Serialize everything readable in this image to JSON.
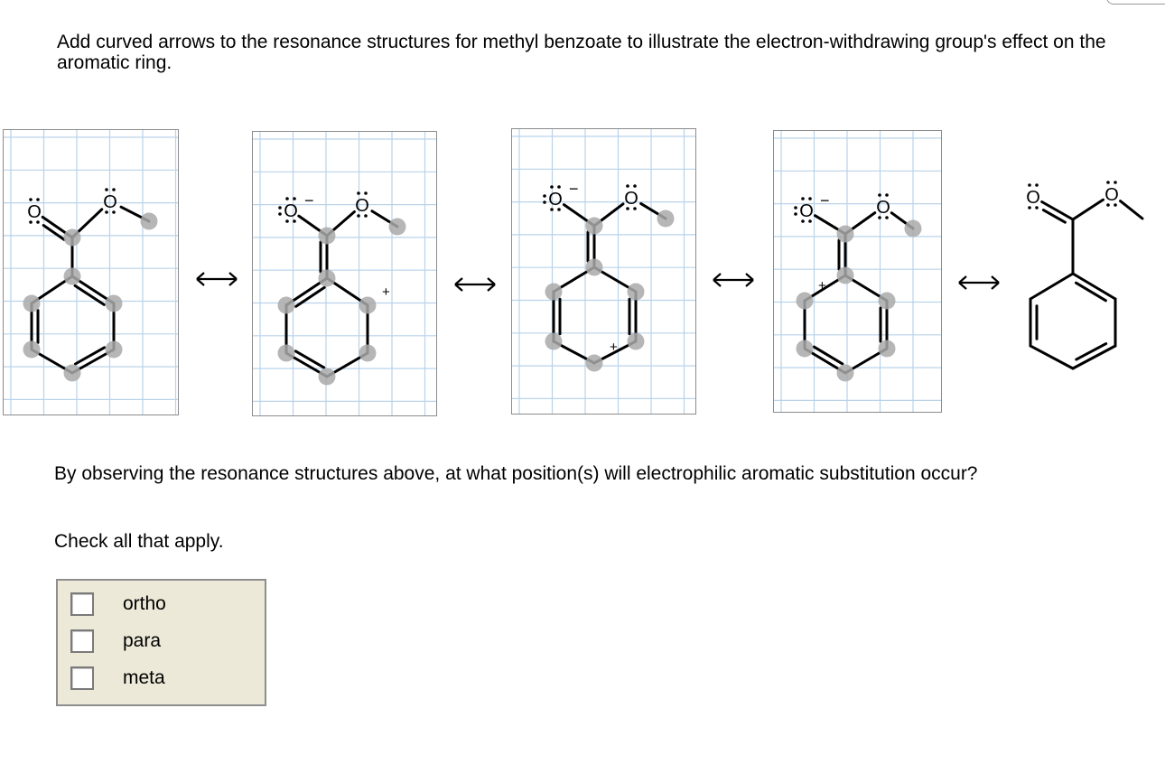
{
  "prompt": "Add curved arrows to the resonance structures for methyl benzoate to illustrate the electron-withdrawing group's effect on the aromatic ring.",
  "structures": {
    "oxygen_symbol": "O",
    "negative_charge": "−",
    "positive_charge": "+",
    "resonance_arrow": "↔",
    "panels": [
      {
        "name": "resonance-structure-1",
        "carbonyl_o_charge": "",
        "ring_plus_position": ""
      },
      {
        "name": "resonance-structure-2",
        "carbonyl_o_charge": "−",
        "ring_plus_position": "ortho-right"
      },
      {
        "name": "resonance-structure-3",
        "carbonyl_o_charge": "−",
        "ring_plus_position": "para"
      },
      {
        "name": "resonance-structure-4",
        "carbonyl_o_charge": "−",
        "ring_plus_position": "ortho-left"
      },
      {
        "name": "resonance-structure-5",
        "carbonyl_o_charge": "",
        "ring_plus_position": ""
      }
    ]
  },
  "question": "By observing the resonance structures above, at what position(s) will electrophilic aromatic substitution occur?",
  "instruction": "Check all that apply.",
  "choices": [
    {
      "label": "ortho",
      "checked": false
    },
    {
      "label": "para",
      "checked": false
    },
    {
      "label": "meta",
      "checked": false
    }
  ],
  "colors": {
    "grid": "#b9d3ea",
    "canvas_border": "#8c8c8c",
    "atom_handle": "#a9a9a9",
    "choice_background": "#ece9d8"
  }
}
